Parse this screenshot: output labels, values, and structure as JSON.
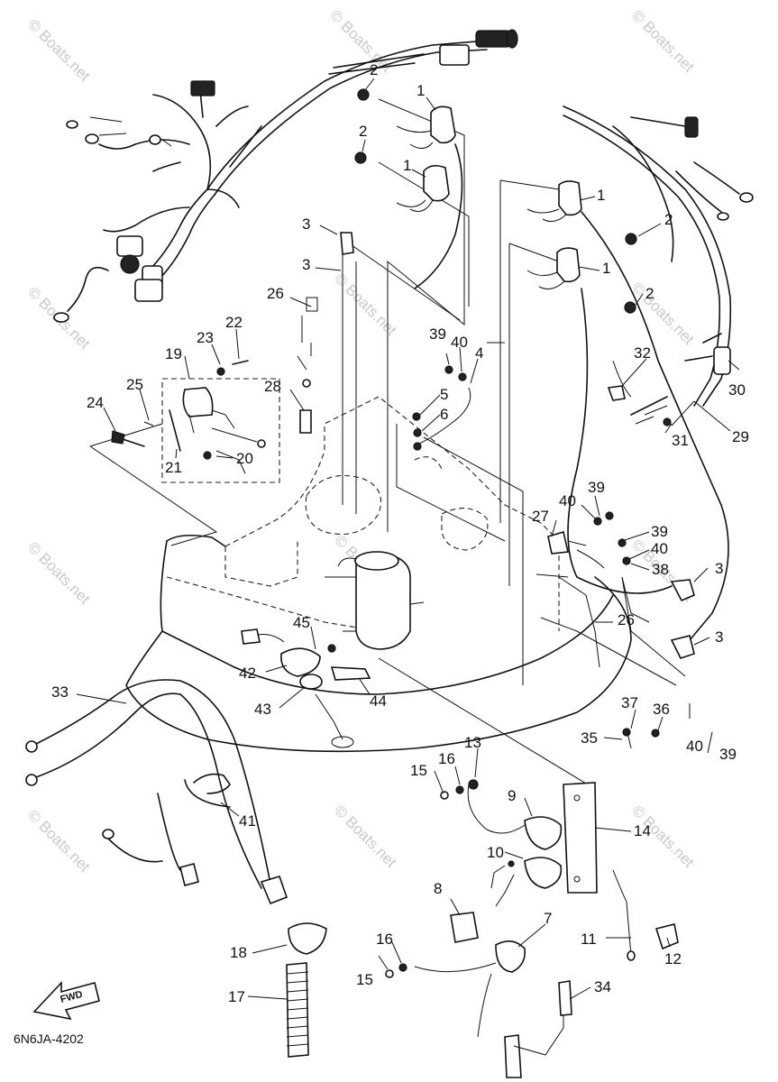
{
  "diagram_code": "6N6JA-4202",
  "fwd_label": "FWD",
  "watermark": "© Boats.net",
  "callouts": [
    "1",
    "1",
    "1",
    "1",
    "2",
    "2",
    "2",
    "2",
    "3",
    "3",
    "3",
    "3",
    "4",
    "5",
    "6",
    "7",
    "8",
    "9",
    "10",
    "11",
    "12",
    "13",
    "14",
    "15",
    "15",
    "16",
    "16",
    "17",
    "18",
    "19",
    "20",
    "21",
    "22",
    "23",
    "24",
    "25",
    "26",
    "26",
    "27",
    "28",
    "29",
    "30",
    "31",
    "32",
    "33",
    "34",
    "35",
    "36",
    "37",
    "38",
    "39",
    "39",
    "39",
    "39",
    "40",
    "40",
    "40",
    "40",
    "41",
    "42",
    "43",
    "44",
    "45"
  ]
}
